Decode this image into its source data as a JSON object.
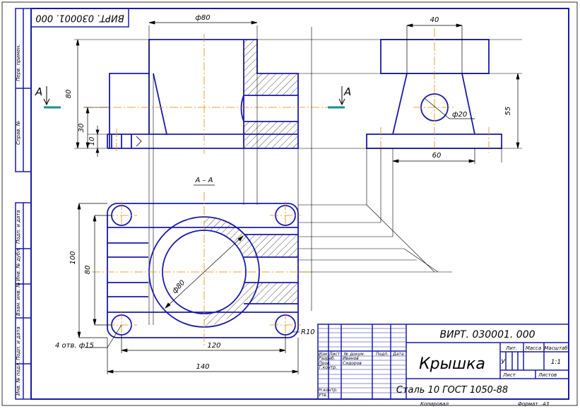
{
  "stamp_code": "ВИРТ. 030001. 000",
  "side_labels": [
    "Перв. примен.",
    "Справ. №",
    "Подп. и дата",
    "Инв. № дубл.",
    "Взам. инв. №",
    "Подп. и дата",
    "Инв. № подл."
  ],
  "section_marks": {
    "left": "A",
    "right": "A"
  },
  "section_title": "А – А",
  "dimensions": {
    "d80_top": "ф80",
    "h80": "80",
    "h30": "30",
    "h10": "10",
    "w40": "40",
    "d20": "ф20",
    "h55": "55",
    "w60": "60",
    "h100": "100",
    "h80_plan": "80",
    "d80_plan": "ф80",
    "holes": "4 отв. ф15",
    "r10": "R10",
    "w120": "120",
    "w140": "140"
  },
  "title_block": {
    "code": "ВИРТ. 030001. 000",
    "part_name": "Крышка",
    "material": "Сталь 10 ГОСТ 1050-88",
    "col_headers": [
      "Изм",
      "Лист",
      "№ докум.",
      "Подп.",
      "Дата"
    ],
    "row_labels": [
      "Разраб.",
      "Пров.",
      "Т.контр.",
      "",
      "Н.контр.",
      "Утв."
    ],
    "names": [
      "Иванов",
      "Сидоров"
    ],
    "lit_header": "Лит.",
    "mass_header": "Масса",
    "scale_header": "Масштаб",
    "lit_value": "У",
    "scale_value": "1:1",
    "sheet_label": "Лист",
    "sheets_label": "Листов",
    "copied_label": "Копировал",
    "format_label": "Формат",
    "format_value": "А3"
  },
  "colors": {
    "outline": "#1a1aa8",
    "thin": "#000000",
    "center": "#e08a00",
    "hatch": "#000000",
    "cut_mark": "#1a8f8f"
  }
}
